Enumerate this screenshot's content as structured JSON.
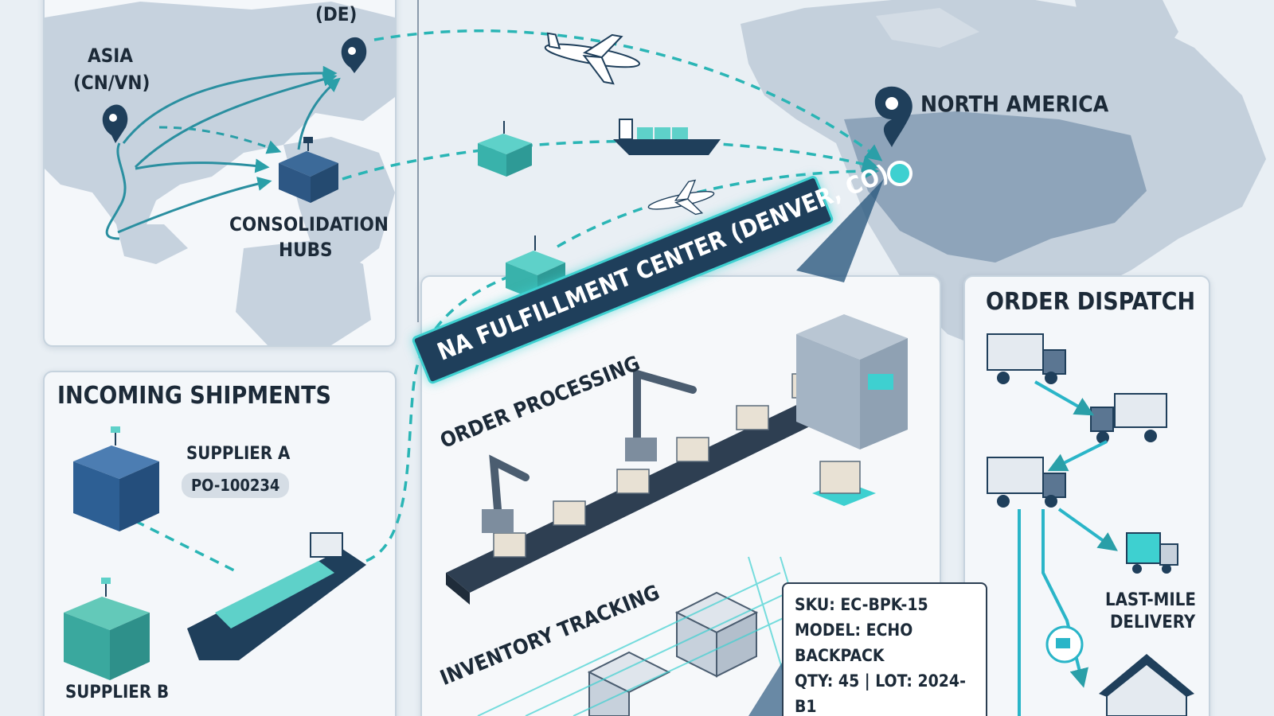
{
  "colors": {
    "accent": "#2cc7c7",
    "navy": "#1f3f5b",
    "route": "#2a9fa8",
    "land": "#c4d0dc"
  },
  "map": {
    "asia_label": "ASIA",
    "asia_sub": "(CN/VN)",
    "de_label": "(DE)",
    "hubs_label_1": "CONSOLIDATION",
    "hubs_label_2": "HUBS",
    "north_america_label": "NORTH AMERICA"
  },
  "fulfillment": {
    "banner": "NA FULFILLMENT CENTER (DENVER, CO)",
    "order_processing": "ORDER PROCESSING",
    "inventory_tracking": "INVENTORY TRACKING"
  },
  "incoming": {
    "title": "INCOMING SHIPMENTS",
    "supplier_a": "SUPPLIER A",
    "supplier_a_po": "PO-100234",
    "supplier_b": "SUPPLIER B"
  },
  "sku_card": {
    "sku": "SKU: EC-BPK-15",
    "model": "MODEL: ECHO BACKPACK",
    "qty_lot": "QTY: 45 | LOT: 2024-B1"
  },
  "dispatch": {
    "title": "ORDER DISPATCH",
    "last_mile_1": "LAST-MILE",
    "last_mile_2": "DELIVERY"
  },
  "icons": [
    "map-pin-icon",
    "container-icon",
    "cargo-ship-icon",
    "airplane-icon",
    "truck-icon",
    "robot-arm-icon",
    "conveyor-icon",
    "scanner-machine-icon",
    "package-icon",
    "house-icon",
    "delivery-van-icon"
  ]
}
